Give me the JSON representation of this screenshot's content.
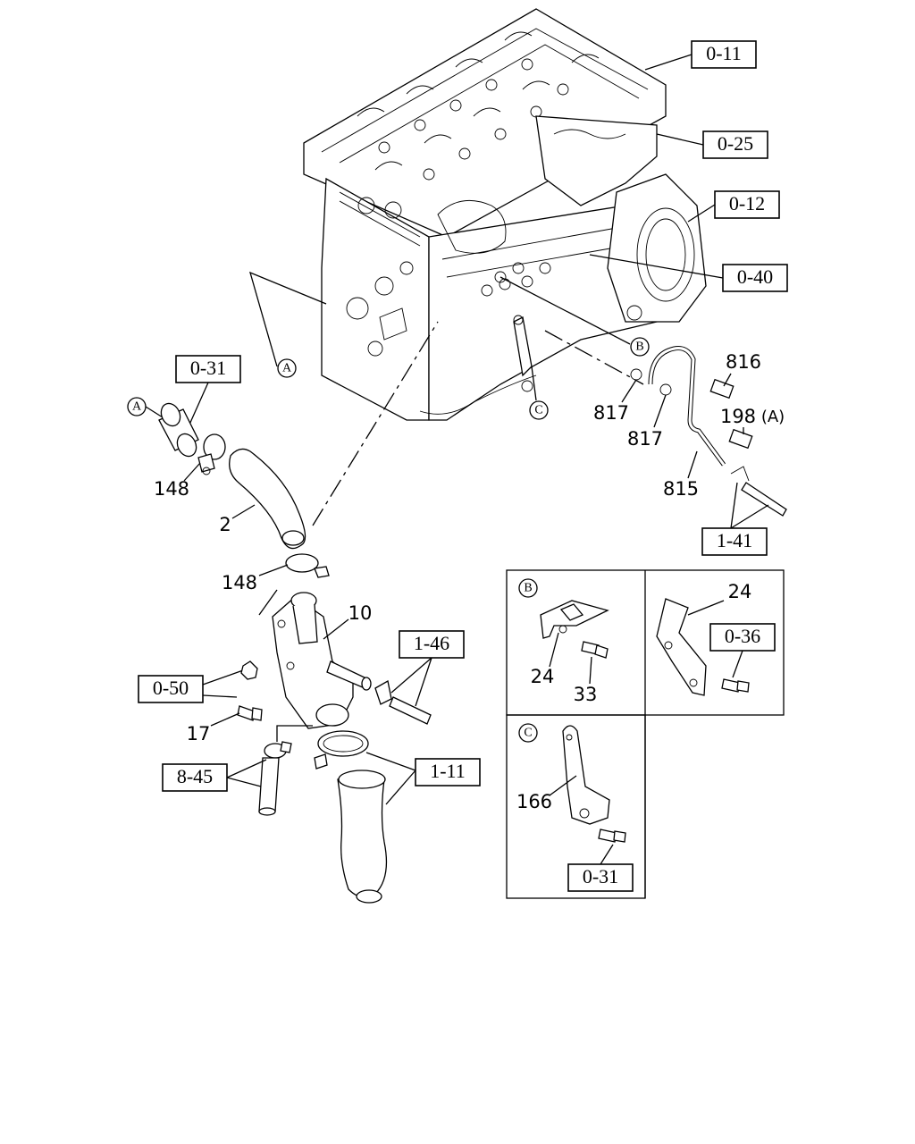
{
  "refs": {
    "r_0_11": "0-11",
    "r_0_25": "0-25",
    "r_0_12": "0-12",
    "r_0_40": "0-40",
    "r_0_31_top": "0-31",
    "r_1_41": "1-41",
    "r_1_46": "1-46",
    "r_0_50": "0-50",
    "r_8_45": "8-45",
    "r_1_11": "1-11",
    "r_0_36": "0-36",
    "r_0_31_detail": "0-31"
  },
  "parts": {
    "p816": "816",
    "p198": "198",
    "p198_suffix": "(A)",
    "p817_a": "817",
    "p817_b": "817",
    "p815": "815",
    "p148_a": "148",
    "p148_b": "148",
    "p2": "2",
    "p10": "10",
    "p17": "17",
    "p24_b": "24",
    "p33": "33",
    "p24_right": "24",
    "p166": "166"
  },
  "callouts": {
    "a": "A",
    "b": "B",
    "c": "C"
  }
}
